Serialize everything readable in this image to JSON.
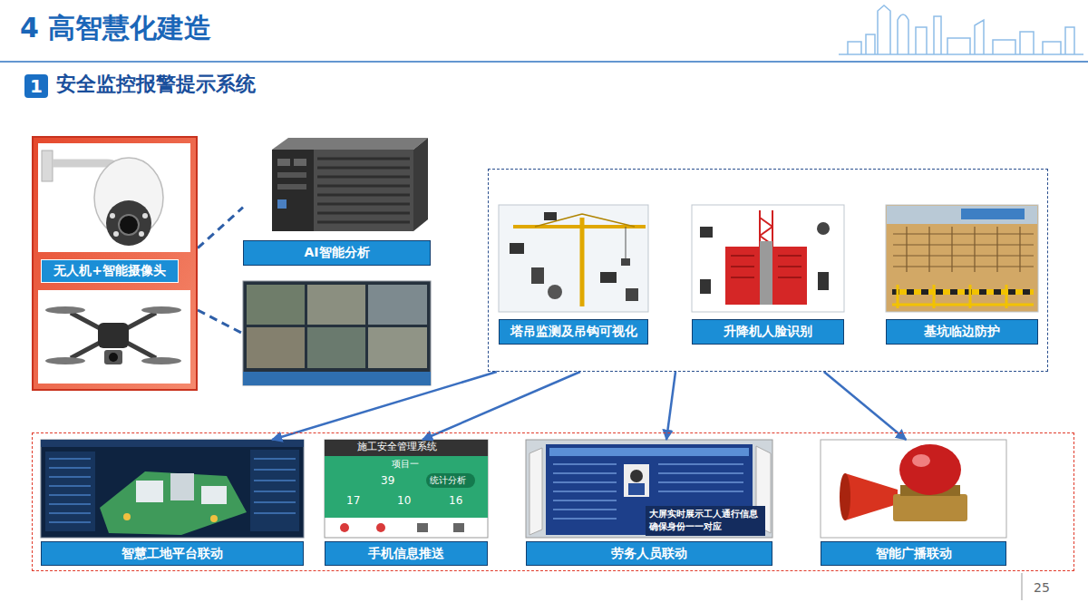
{
  "diagram": {
    "title": "4 高智慧化建造",
    "nodes": [
      {
        "text": [
          "无人机+智能摄像头"
        ]
      },
      {
        "text": [
          "AI智能分析"
        ]
      },
      {
        "text": []
      },
      {
        "text": [
          "塔吊监测及吊钩可视化"
        ],
        "in": 2
      },
      {
        "text": [
          "升降机人脸识别"
        ],
        "in": 2
      },
      {
        "text": [
          "基坑临边防护"
        ],
        "in": 2
      },
      {
        "text": []
      },
      {
        "text": [
          "智慧工地平台联动"
        ],
        "in": 6
      },
      {
        "text": [
          "手机信息推送"
        ],
        "in": 6
      },
      {
        "text": [
          "劳务人员联动"
        ],
        "in": 6
      },
      {
        "text": [
          "智能广播联动"
        ],
        "in": 6
      }
    ],
    "edges": [
      {
        "from": 0,
        "to": 1,
        "arrow": "none"
      },
      {
        "from": 2,
        "to": 7,
        "arrow": "to"
      },
      {
        "from": 2,
        "to": 8,
        "arrow": "to"
      },
      {
        "from": 2,
        "to": 9,
        "arrow": "to"
      },
      {
        "from": 2,
        "to": 10,
        "arrow": "to"
      }
    ],
    "labels": [
      "1",
      "安全监控报警提示系统",
      "25",
      "施工安全管理系统",
      "项目一",
      "39",
      "统计分析",
      "17",
      "10",
      "16",
      "大屏实时展示工人通行信息",
      "确保身份一一对应"
    ]
  }
}
